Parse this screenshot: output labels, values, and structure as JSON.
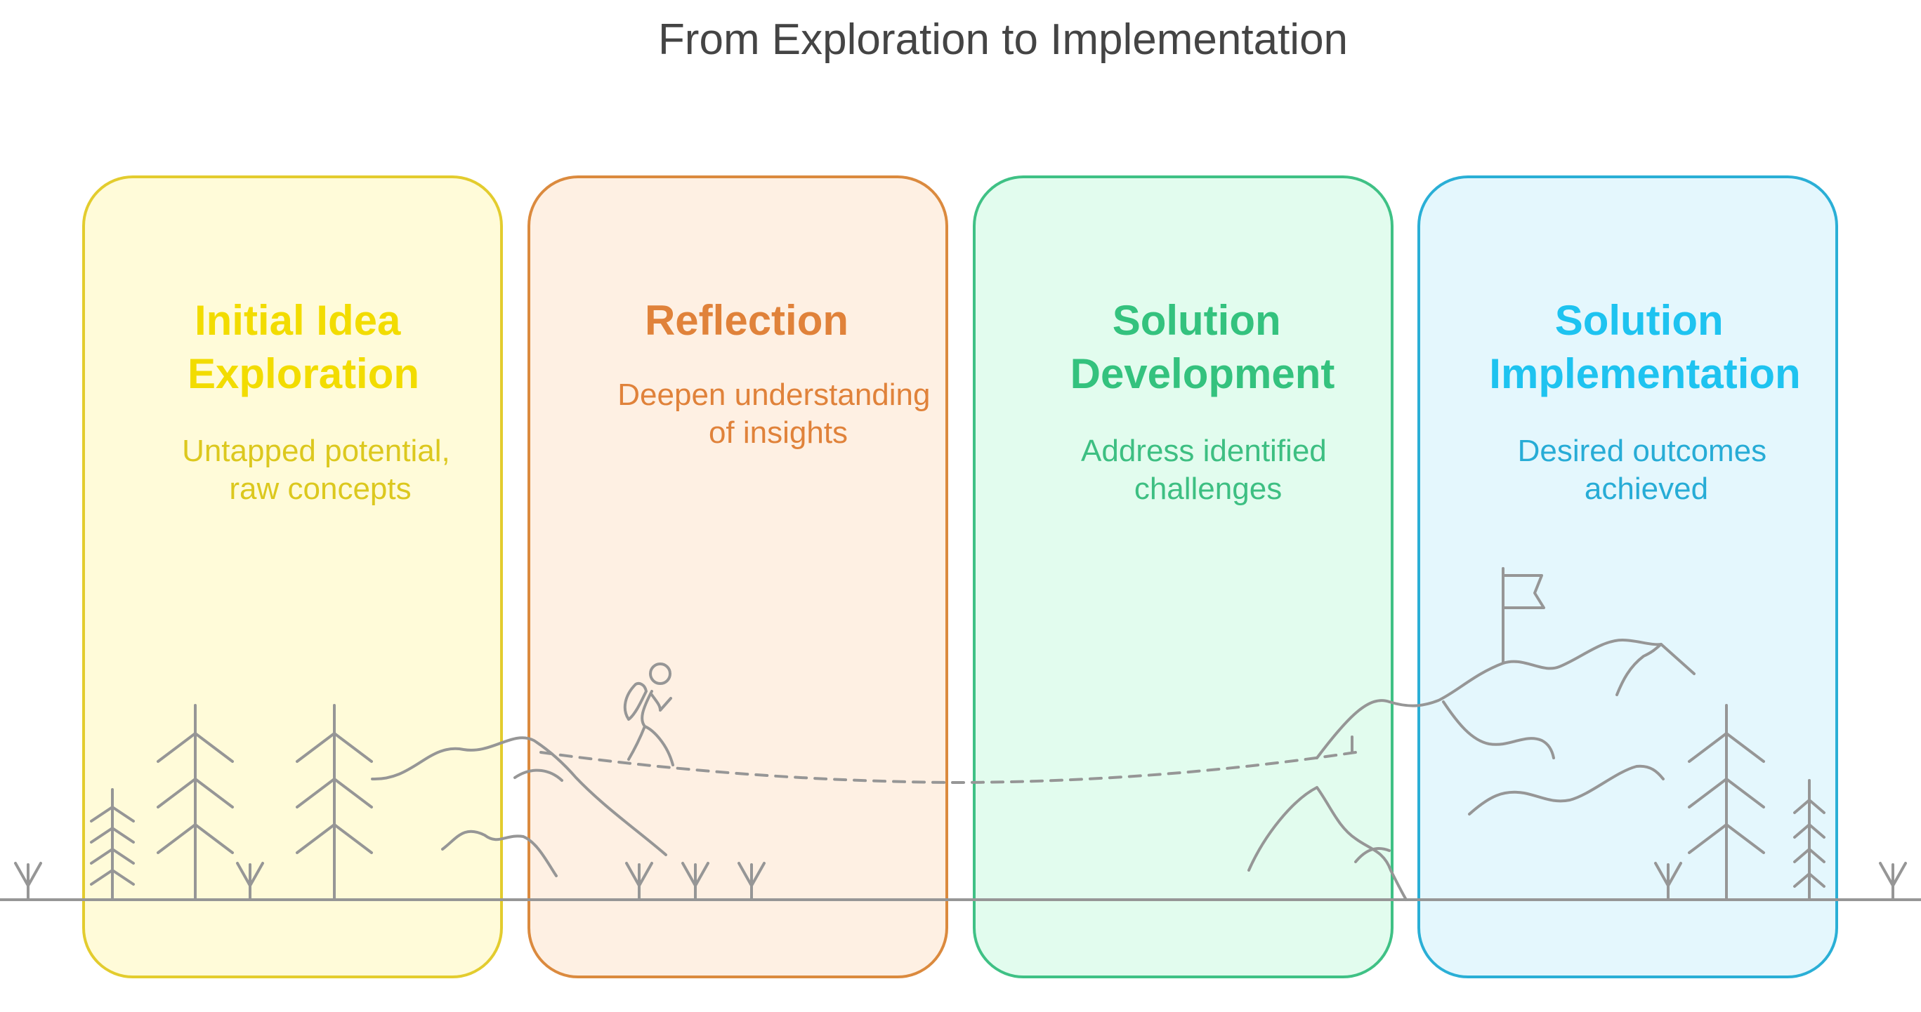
{
  "title": "From Exploration to Implementation",
  "stages": [
    {
      "heading": [
        "Initial Idea",
        "Exploration"
      ],
      "description": [
        "Untapped potential,",
        "raw concepts"
      ],
      "stroke": "#E3CC2E",
      "fill": "#FFFBD9",
      "text_color": "#F2DC00",
      "desc_color": "#DCC81E"
    },
    {
      "heading": [
        "Reflection"
      ],
      "description": [
        "Deepen understanding",
        "of insights"
      ],
      "stroke": "#DB8A3E",
      "fill": "#FEF0E3",
      "text_color": "#E0823A",
      "desc_color": "#E0823A"
    },
    {
      "heading": [
        "Solution",
        "Development"
      ],
      "description": [
        "Address identified",
        "challenges"
      ],
      "stroke": "#3FC185",
      "fill": "#E2FCEE",
      "text_color": "#34C27E",
      "desc_color": "#3DBF82"
    },
    {
      "heading": [
        "Solution",
        "Implementation"
      ],
      "description": [
        "Desired outcomes",
        "achieved"
      ],
      "stroke": "#2AAFD6",
      "fill": "#E4F7FD",
      "text_color": "#1EC3F0",
      "desc_color": "#27ACD6"
    }
  ],
  "icons": [
    "pine-tree-icon",
    "hiker-icon",
    "mountain-icon",
    "flag-icon",
    "grass-icon"
  ],
  "line_color": "#969696"
}
